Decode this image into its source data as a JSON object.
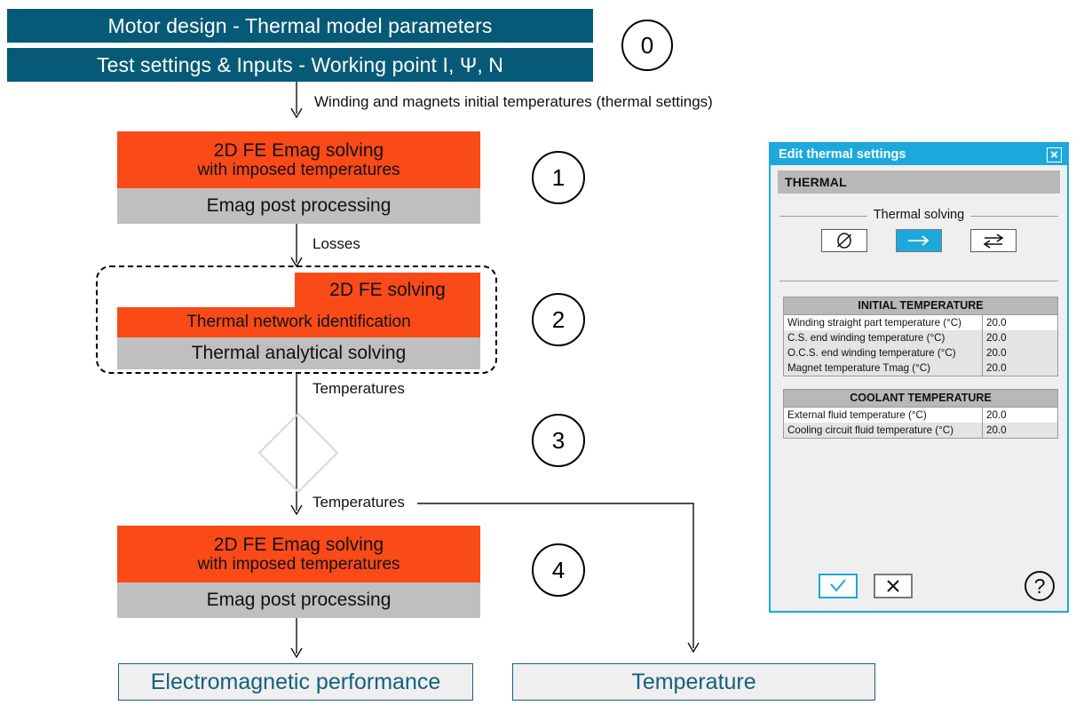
{
  "flow": {
    "header_bars": [
      {
        "label": "Motor design - Thermal model parameters"
      },
      {
        "label": "Test settings & Inputs - Working point I, Ψ, N"
      }
    ],
    "step_markers": [
      {
        "label": "0"
      },
      {
        "label": "1"
      },
      {
        "label": "2"
      },
      {
        "label": "3"
      },
      {
        "label": "4"
      }
    ],
    "edge_labels": {
      "initial_temperatures": "Winding and magnets initial temperatures (thermal settings)",
      "losses": "Losses",
      "temperatures_1": "Temperatures",
      "temperatures_2": "Temperatures"
    },
    "step1": {
      "orange_line1": "2D FE Emag solving",
      "orange_line2": "with imposed temperatures",
      "gray": "Emag post processing"
    },
    "step2": {
      "fe_solving": "2D FE solving",
      "network_identification": "Thermal network identification",
      "analytical_solving": "Thermal analytical solving"
    },
    "step4": {
      "orange_line1": "2D FE Emag solving",
      "orange_line2": "with imposed temperatures",
      "gray": "Emag post processing"
    },
    "results": [
      {
        "label": "Electromagnetic performance"
      },
      {
        "label": "Temperature"
      }
    ],
    "colors": {
      "header_teal": "#065A77",
      "process_orange": "#F94A18",
      "process_gray": "#BFBFBF",
      "result_border": "#14607F",
      "dialog_accent": "#1CA8DD"
    }
  },
  "dialog": {
    "title": "Edit thermal settings",
    "close_label": "close-icon",
    "section_title": "THERMAL",
    "solving_group": {
      "legend": "Thermal solving",
      "modes": [
        {
          "name": "no-thermal-solving",
          "glyph": "Ø",
          "selected": false
        },
        {
          "name": "one-way-coupling",
          "glyph": "→",
          "selected": true
        },
        {
          "name": "two-way-coupling",
          "glyph": "⇄",
          "selected": false
        }
      ]
    },
    "tables": [
      {
        "header": "INITIAL TEMPERATURE",
        "rows": [
          {
            "name": "Winding straight part temperature (°C)",
            "value": "20.0"
          },
          {
            "name": "C.S. end winding temperature (°C)",
            "value": "20.0"
          },
          {
            "name": "O.C.S. end winding temperature (°C)",
            "value": "20.0"
          },
          {
            "name": "Magnet temperature Tmag (°C)",
            "value": "20.0"
          }
        ]
      },
      {
        "header": "COOLANT TEMPERATURE",
        "rows": [
          {
            "name": "External fluid temperature (°C)",
            "value": "20.0"
          },
          {
            "name": "Cooling circuit fluid temperature (°C)",
            "value": "20.0"
          }
        ]
      }
    ],
    "footer": {
      "ok_label": "ok-check-icon",
      "cancel_label": "cancel-x-icon",
      "help_label": "?"
    }
  }
}
